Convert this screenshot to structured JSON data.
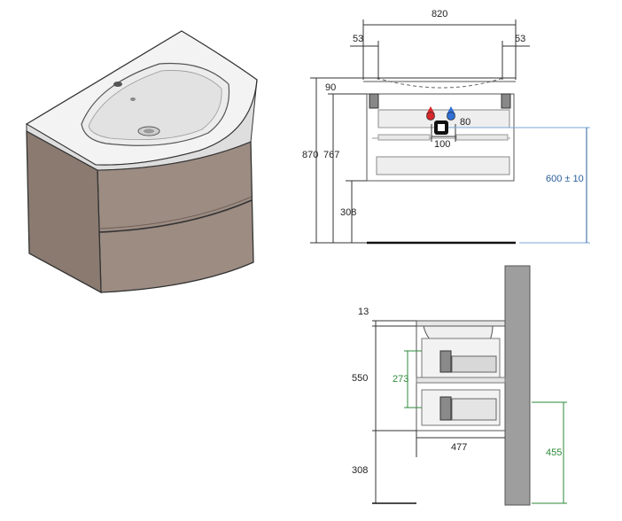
{
  "front": {
    "width_total": "820",
    "side_left": "53",
    "side_right": "53",
    "top_offset": "90",
    "height_total": "870",
    "height_cabinet": "767",
    "floor_gap": "308",
    "siphon_width": "100",
    "tap_offset": "80",
    "wall_height": "600 ± 10"
  },
  "side": {
    "top_thickness": "13",
    "body_height": "550",
    "drawer_height": "273",
    "depth": "477",
    "floor_gap": "308",
    "wall_height": "455"
  },
  "colors": {
    "cabinet": "#9c8c82",
    "cabinet_dark": "#7e6f66",
    "sink": "#f1f1f1",
    "line": "#333333",
    "blue_dim": "#2a5d9c",
    "green_dim": "#2e8a3a",
    "hot": "#d9262a",
    "cold": "#2f6fd8",
    "wall": "#9e9e9e"
  }
}
